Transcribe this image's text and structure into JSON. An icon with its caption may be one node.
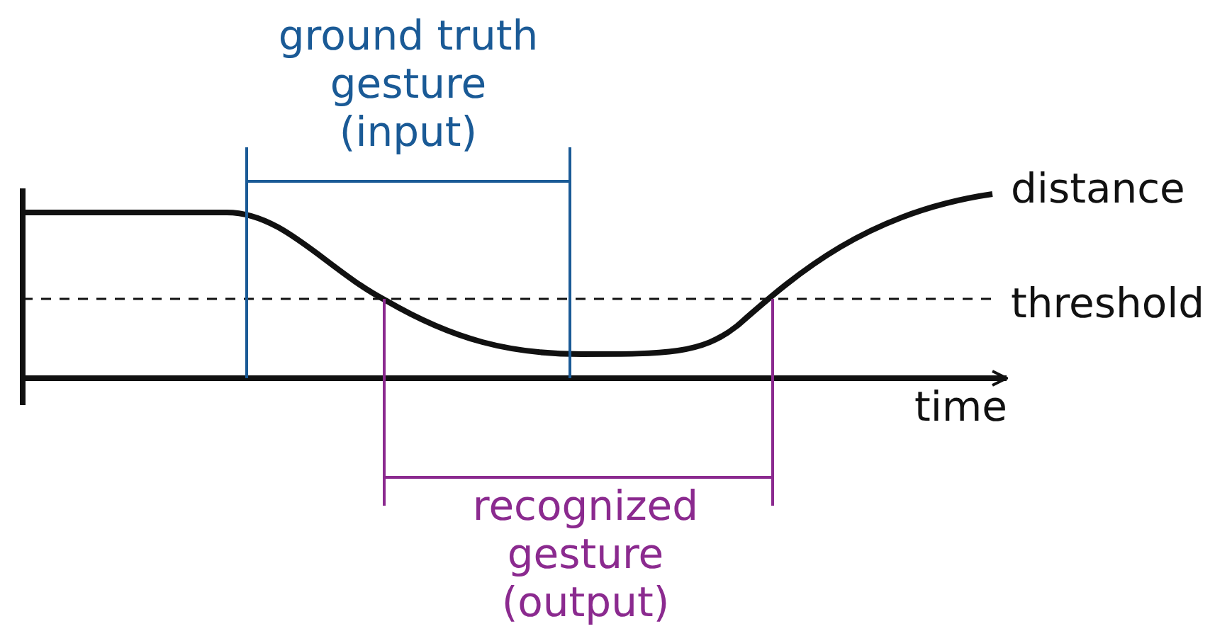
{
  "diagram": {
    "labels": [
      "ground truth gesture (input)",
      "distance",
      "threshold",
      "time",
      "recognized gesture (output)"
    ]
  }
}
